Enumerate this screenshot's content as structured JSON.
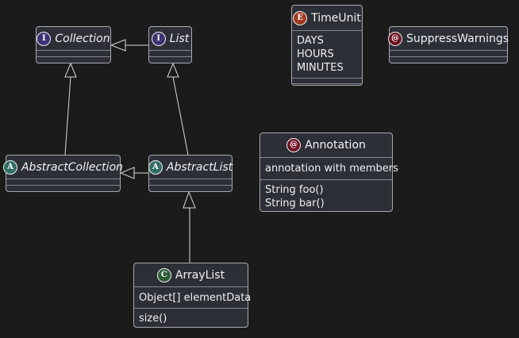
{
  "diagram": {
    "background_color": "#1b1b1b",
    "node_fill_color": "#2d2f37",
    "node_border_color": "#a9a9b0",
    "edge_color": "#d8d8d8"
  },
  "nodes": {
    "collection": {
      "kind": "interface",
      "icon_letter": "I",
      "icon_color": "#3d3274",
      "name": "Collection"
    },
    "list": {
      "kind": "interface",
      "icon_letter": "I",
      "icon_color": "#3d3274",
      "name": "List"
    },
    "timeunit": {
      "kind": "enum",
      "icon_letter": "E",
      "icon_color": "#a03a21",
      "name": "TimeUnit",
      "values": [
        "DAYS",
        "HOURS",
        "MINUTES"
      ]
    },
    "suppresswarnings": {
      "kind": "annotation",
      "icon_letter": "@",
      "icon_color": "#6e1124",
      "name": "SuppressWarnings"
    },
    "abstractcollection": {
      "kind": "abstract class",
      "icon_letter": "A",
      "icon_color": "#2f6f63",
      "name": "AbstractCollection"
    },
    "abstractlist": {
      "kind": "abstract class",
      "icon_letter": "A",
      "icon_color": "#2f6f63",
      "name": "AbstractList"
    },
    "annotation": {
      "kind": "annotation",
      "icon_letter": "@",
      "icon_color": "#6e1124",
      "name": "Annotation",
      "note": "annotation with members",
      "methods": [
        "String foo()",
        "String bar()"
      ]
    },
    "arraylist": {
      "kind": "class",
      "icon_letter": "C",
      "icon_color": "#2d5c35",
      "name": "ArrayList",
      "fields": [
        "Object[] elementData"
      ],
      "methods": [
        "size()"
      ]
    }
  },
  "relationships": [
    {
      "from": "List",
      "to": "Collection",
      "type": "generalization"
    },
    {
      "from": "AbstractCollection",
      "to": "Collection",
      "type": "generalization"
    },
    {
      "from": "AbstractList",
      "to": "List",
      "type": "generalization"
    },
    {
      "from": "AbstractList",
      "to": "AbstractCollection",
      "type": "generalization"
    },
    {
      "from": "ArrayList",
      "to": "AbstractList",
      "type": "generalization"
    }
  ]
}
